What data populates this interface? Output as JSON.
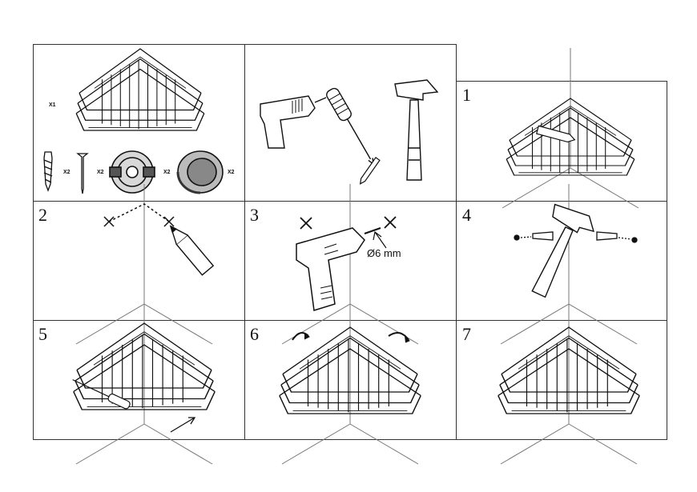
{
  "parts": {
    "basket_qty": "X1",
    "anchor_qty": "X2",
    "screw_qty": "X2",
    "bracket_qty": "X2",
    "cap_qty": "X2"
  },
  "steps": [
    {
      "number": "1"
    },
    {
      "number": "2"
    },
    {
      "number": "3",
      "drill_size": "Ø6 mm"
    },
    {
      "number": "4"
    },
    {
      "number": "5"
    },
    {
      "number": "6"
    },
    {
      "number": "7"
    }
  ],
  "colors": {
    "line": "#111111",
    "fill": "#ffffff",
    "grid": "#333333"
  }
}
